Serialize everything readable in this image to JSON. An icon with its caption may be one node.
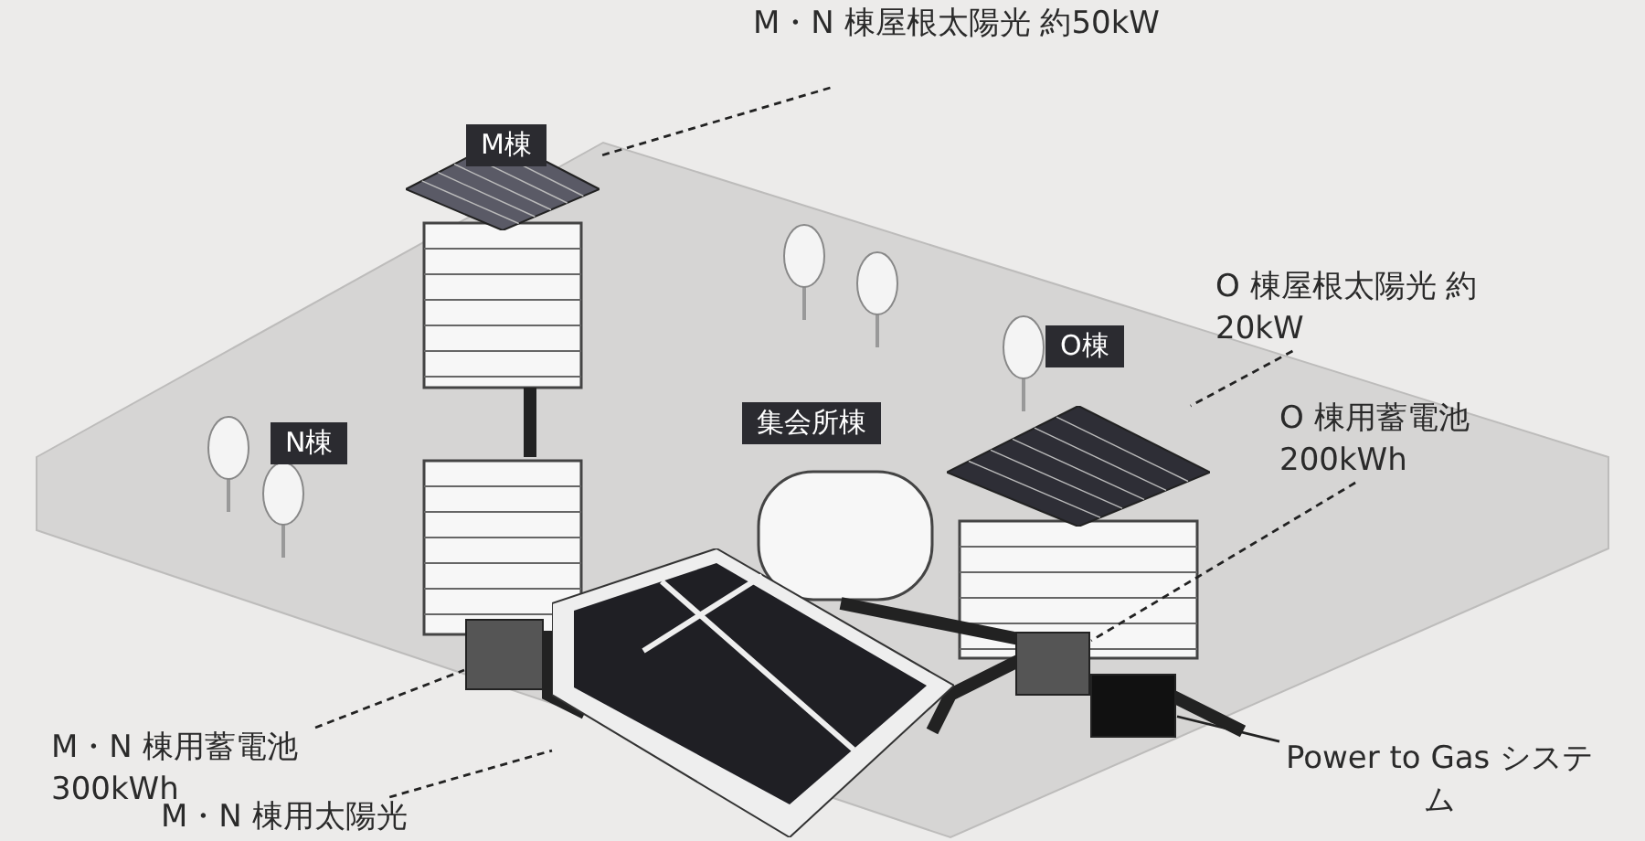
{
  "diagram": {
    "nodes": [
      {
        "text": [
          "M・N 棟屋根太陽光 約50kW"
        ]
      },
      {
        "text": [],
        "shape": "picture"
      },
      {
        "text": [
          "O 棟屋根太陽光 約20kW"
        ]
      },
      {
        "text": [],
        "shape": "picture"
      },
      {
        "text": [
          "O 棟用蓄電池 200kWh"
        ]
      },
      {
        "text": [],
        "shape": "box"
      },
      {
        "text": [
          "M・N 棟用蓄電池 300kWh"
        ]
      },
      {
        "text": [],
        "shape": "box"
      },
      {
        "text": [
          "M・N 棟用太陽光"
        ]
      },
      {
        "text": [],
        "shape": "picture"
      },
      {
        "text": [
          "Power to Gas システム"
        ]
      },
      {
        "text": [],
        "shape": "box"
      }
    ],
    "edges": [
      {
        "from": 0,
        "to": 1,
        "arrow": "none",
        "style": "dashed"
      },
      {
        "from": 2,
        "to": 3,
        "arrow": "none",
        "style": "dashed"
      },
      {
        "from": 4,
        "to": 5,
        "arrow": "none",
        "style": "dashed"
      },
      {
        "from": 6,
        "to": 7,
        "arrow": "none",
        "style": "dashed"
      },
      {
        "from": 8,
        "to": 9,
        "arrow": "none",
        "style": "dashed"
      },
      {
        "from": 10,
        "to": 11,
        "arrow": "none"
      }
    ],
    "labels": [
      "M棟",
      "O棟",
      "N棟",
      "集会所棟"
    ]
  }
}
